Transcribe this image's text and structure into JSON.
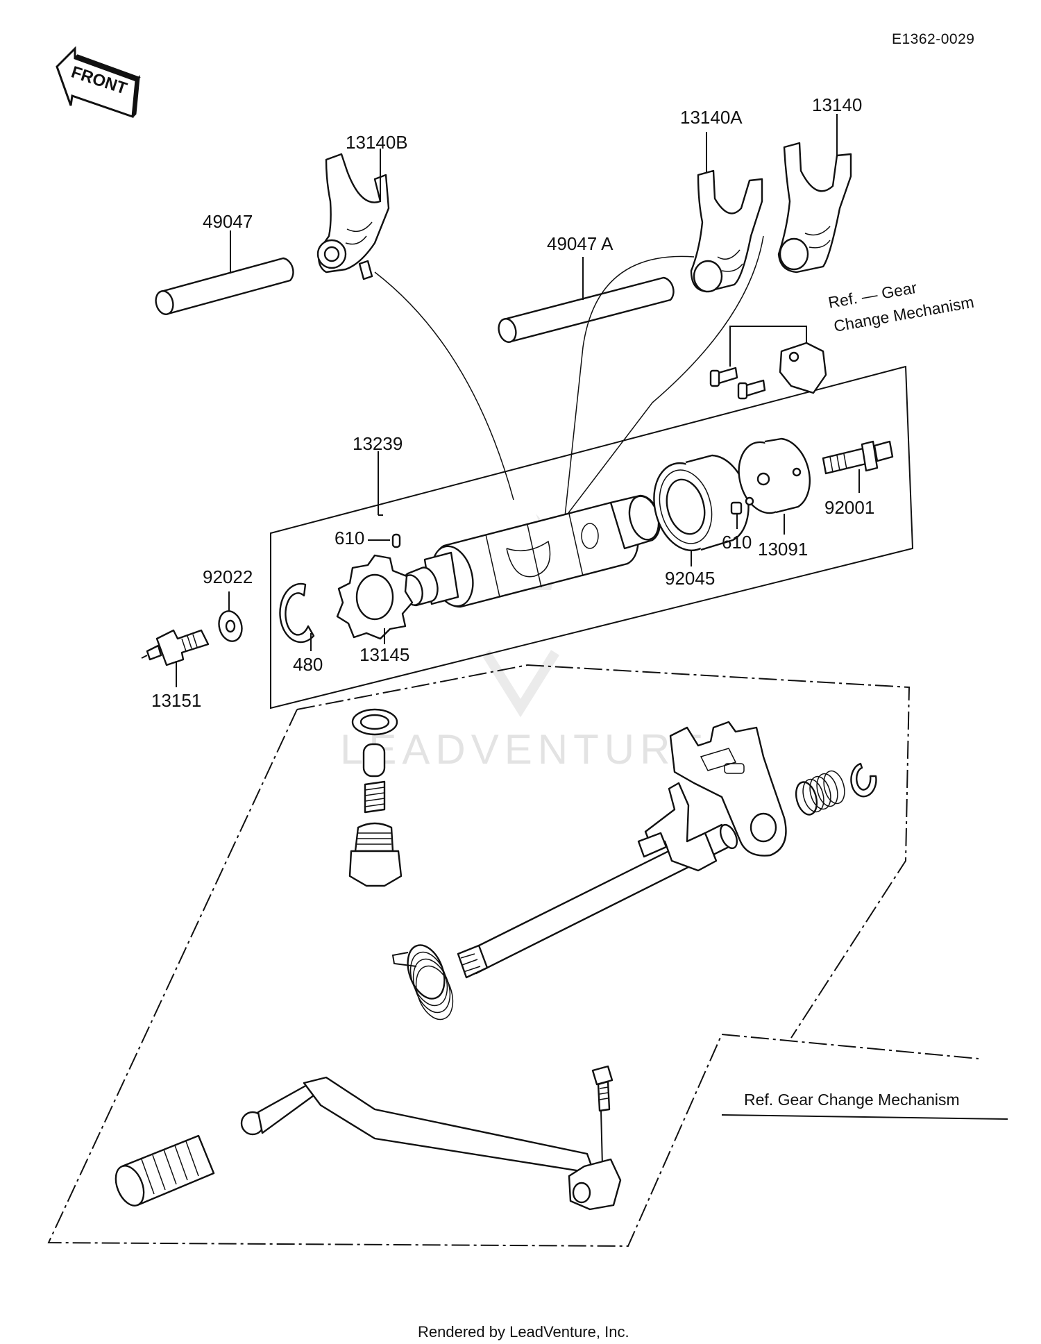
{
  "diagram_code": "E1362-0029",
  "front_label": "FRONT",
  "watermark": "LEADVENTURE",
  "footer": "Rendered by LeadVenture, Inc.",
  "refs": {
    "gear_top_line1": "Ref. — Gear",
    "gear_top_line2": "Change Mechanism",
    "gear_bottom": "Ref.  Gear Change Mechanism"
  },
  "labels": {
    "p13140B": "13140B",
    "p13140A": "13140A",
    "p13140": "13140",
    "p49047": "49047",
    "p49047A": "49047 A",
    "p13239": "13239",
    "p610_left": "610",
    "p610_right": "610",
    "p92022": "92022",
    "p480": "480",
    "p13145": "13145",
    "p13151": "13151",
    "p92045": "92045",
    "p13091": "13091",
    "p92001": "92001"
  }
}
